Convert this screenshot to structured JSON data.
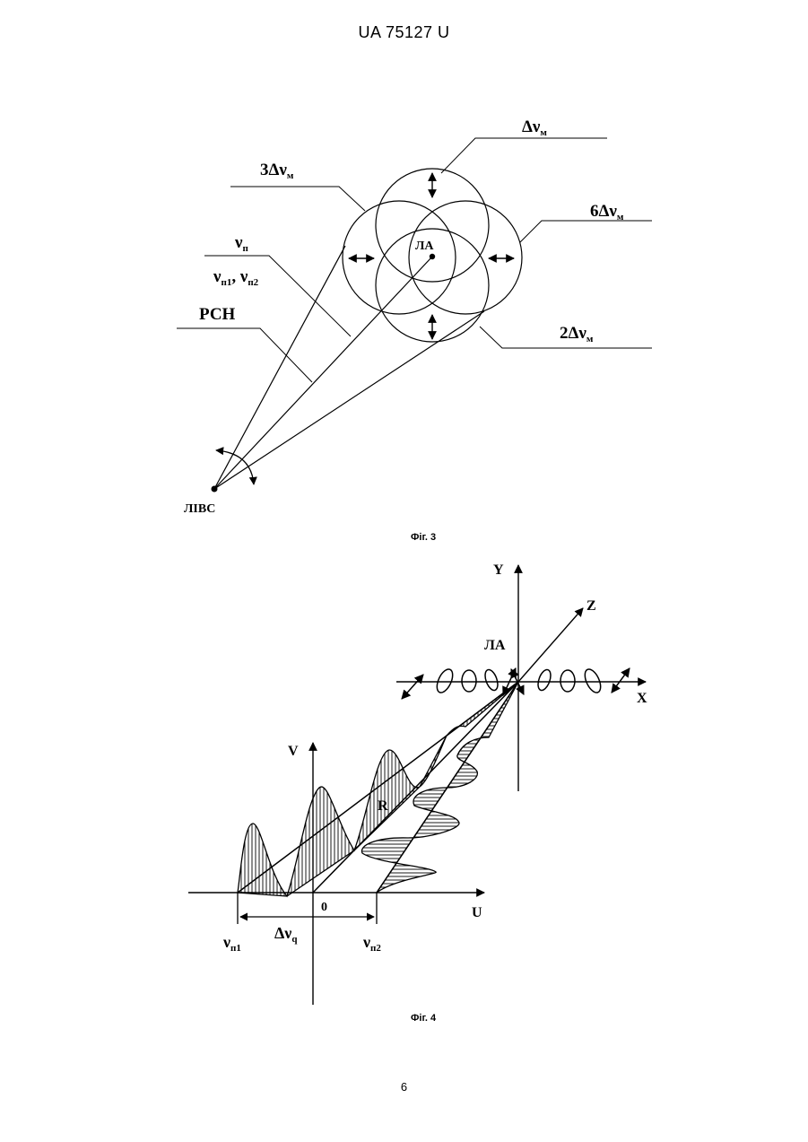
{
  "header": {
    "doc_id": "UA   75127   U"
  },
  "figure3": {
    "caption": "Фіг. 3",
    "labels": {
      "delta_nu_m": "Δν",
      "delta_nu_m_sub": "м",
      "three_delta": "3Δν",
      "three_delta_sub": "м",
      "six_delta": "6Δν",
      "six_delta_sub": "м",
      "two_delta": "2Δν",
      "two_delta_sub": "м",
      "nu_n": "ν",
      "nu_n_sub": "п",
      "nu_pair_a": "ν",
      "nu_pair_a_sub": "п1",
      "nu_pair_sep": ", ",
      "nu_pair_b": "ν",
      "nu_pair_b_sub": "п2",
      "rsn": "РСН",
      "la": "ЛА",
      "livs": "ЛІВС"
    }
  },
  "figure4": {
    "caption": "Фіг. 4",
    "labels": {
      "y_axis": "Y",
      "z_axis": "Z",
      "x_axis": "X",
      "la": "ЛА",
      "v_axis": "V",
      "u_axis": "U",
      "r": "R",
      "zero": "0",
      "nu_n1": "ν",
      "nu_n1_sub": "п1",
      "delta_nu_q": "Δν",
      "delta_nu_q_sub": "q",
      "nu_n2": "ν",
      "nu_n2_sub": "п2"
    }
  },
  "footer": {
    "page_number": "6"
  }
}
